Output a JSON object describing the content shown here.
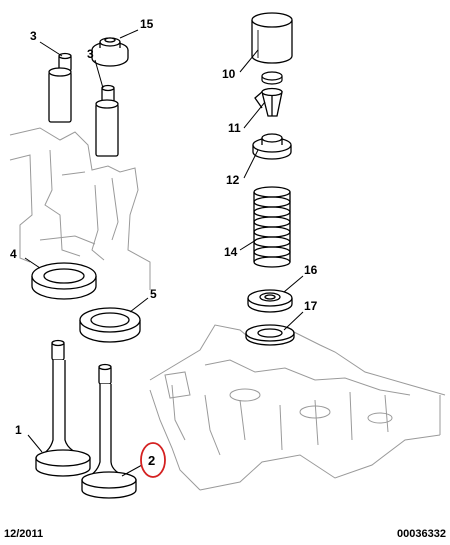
{
  "callouts": [
    {
      "id": "c1",
      "label": "1"
    },
    {
      "id": "c2",
      "label": "2"
    },
    {
      "id": "c3a",
      "label": "3"
    },
    {
      "id": "c3b",
      "label": "3"
    },
    {
      "id": "c4",
      "label": "4"
    },
    {
      "id": "c5",
      "label": "5"
    },
    {
      "id": "c10",
      "label": "10"
    },
    {
      "id": "c11",
      "label": "11"
    },
    {
      "id": "c12",
      "label": "12"
    },
    {
      "id": "c14",
      "label": "14"
    },
    {
      "id": "c15",
      "label": "15"
    },
    {
      "id": "c16",
      "label": "16"
    },
    {
      "id": "c17",
      "label": "17"
    }
  ],
  "highlight": {
    "label": "2",
    "color": "#d42020"
  },
  "footer": {
    "date": "12/2011",
    "reference": "00036332"
  },
  "colors": {
    "line": "#000000",
    "ghost": "#9a9a9a",
    "background": "#ffffff"
  }
}
